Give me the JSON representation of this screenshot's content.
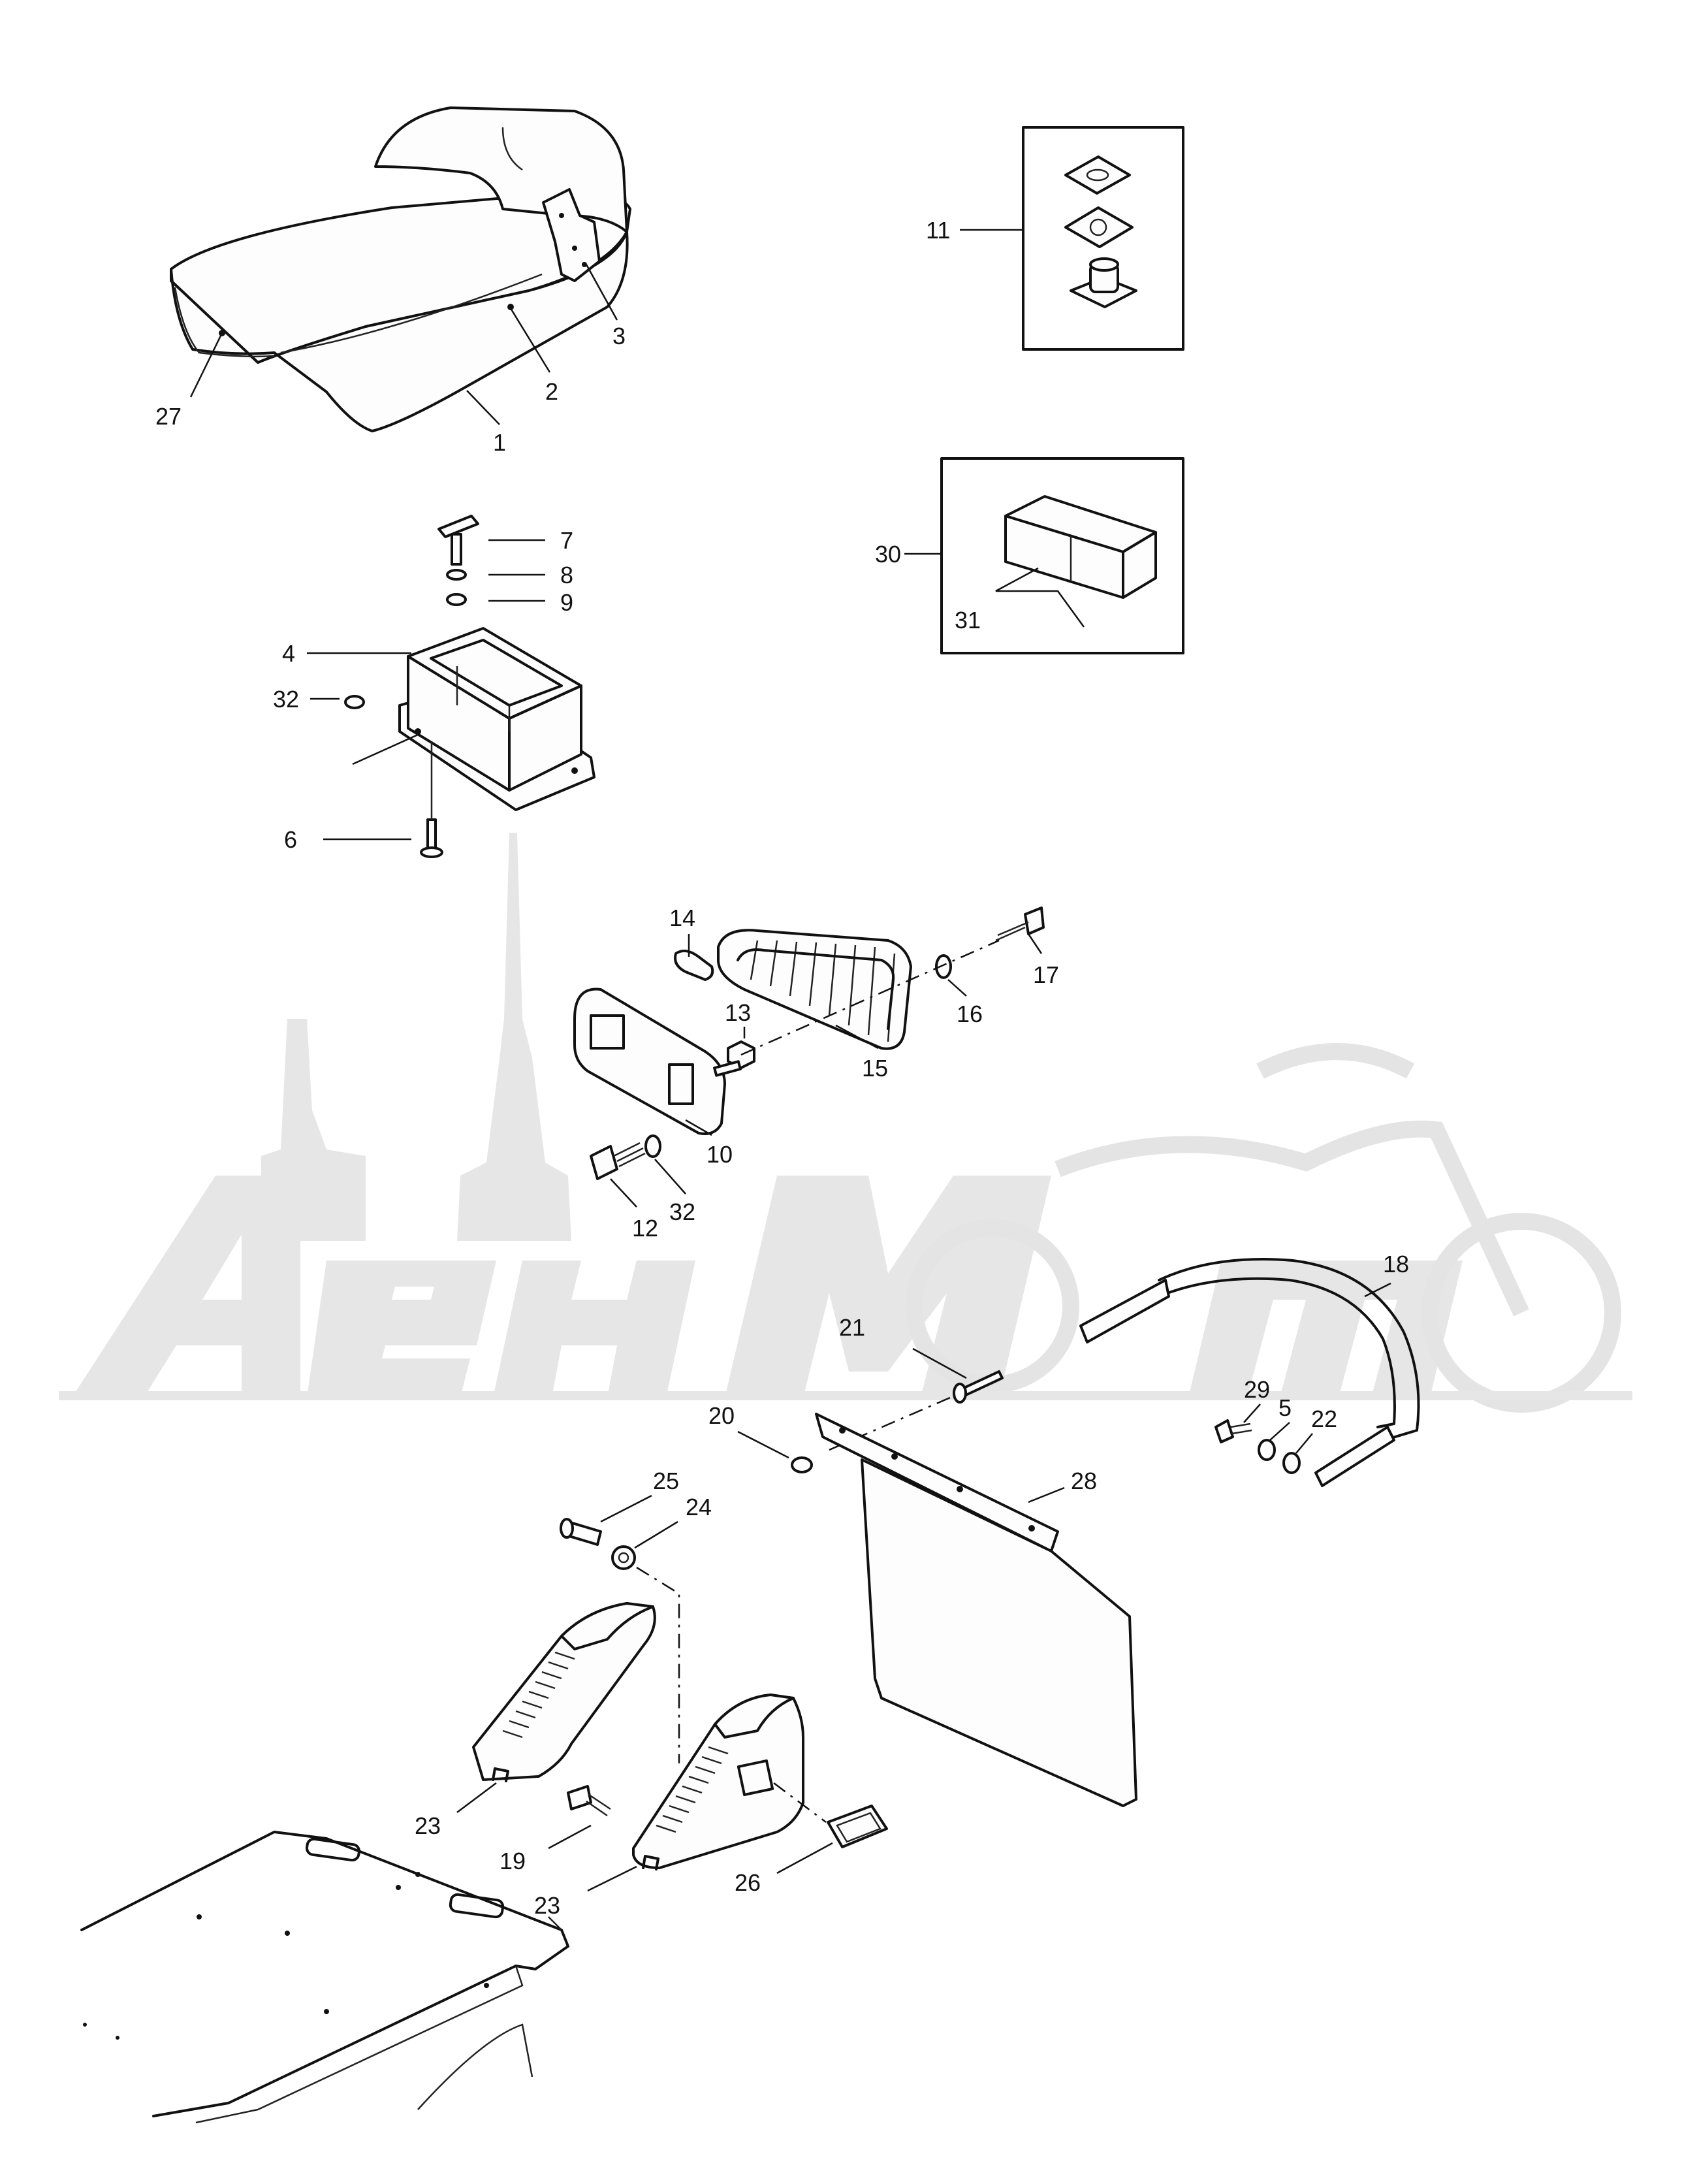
{
  "watermark": {
    "text": "AenMomo"
  },
  "callouts": [
    {
      "id": "c1",
      "text": "1"
    },
    {
      "id": "c2",
      "text": "2"
    },
    {
      "id": "c3",
      "text": "3"
    },
    {
      "id": "c27",
      "text": "27"
    },
    {
      "id": "c7",
      "text": "7"
    },
    {
      "id": "c8",
      "text": "8"
    },
    {
      "id": "c9",
      "text": "9"
    },
    {
      "id": "c4",
      "text": "4"
    },
    {
      "id": "c32a",
      "text": "32"
    },
    {
      "id": "c6",
      "text": "6"
    },
    {
      "id": "c11",
      "text": "11"
    },
    {
      "id": "c30",
      "text": "30"
    },
    {
      "id": "c31",
      "text": "31"
    },
    {
      "id": "c14",
      "text": "14"
    },
    {
      "id": "c13",
      "text": "13"
    },
    {
      "id": "c15",
      "text": "15"
    },
    {
      "id": "c16",
      "text": "16"
    },
    {
      "id": "c17",
      "text": "17"
    },
    {
      "id": "c10",
      "text": "10"
    },
    {
      "id": "c12",
      "text": "12"
    },
    {
      "id": "c32b",
      "text": "32"
    },
    {
      "id": "c18",
      "text": "18"
    },
    {
      "id": "c29",
      "text": "29"
    },
    {
      "id": "c5",
      "text": "5"
    },
    {
      "id": "c22",
      "text": "22"
    },
    {
      "id": "c21",
      "text": "21"
    },
    {
      "id": "c20",
      "text": "20"
    },
    {
      "id": "c28",
      "text": "28"
    },
    {
      "id": "c25",
      "text": "25"
    },
    {
      "id": "c24",
      "text": "24"
    },
    {
      "id": "c23a",
      "text": "23"
    },
    {
      "id": "c19",
      "text": "19"
    },
    {
      "id": "c23b",
      "text": "23"
    },
    {
      "id": "c26",
      "text": "26"
    }
  ]
}
